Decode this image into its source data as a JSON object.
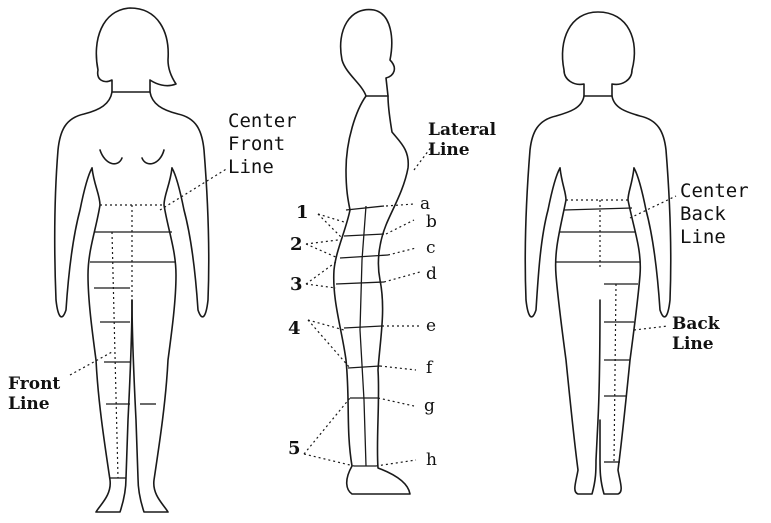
{
  "front_view": {
    "center_front_line_label": [
      "Center",
      "Front",
      "Line"
    ],
    "front_line_label": [
      "Front",
      "Line"
    ]
  },
  "side_view": {
    "lateral_line_label": [
      "Lateral",
      "Line"
    ],
    "numbers": [
      "1",
      "2",
      "3",
      "4",
      "5"
    ],
    "letters": [
      "a",
      "b",
      "c",
      "d",
      "e",
      "f",
      "g",
      "h"
    ]
  },
  "back_view": {
    "center_back_line_label": [
      "Center",
      "Back",
      "Line"
    ],
    "back_line_label": [
      "Back",
      "Line"
    ]
  }
}
